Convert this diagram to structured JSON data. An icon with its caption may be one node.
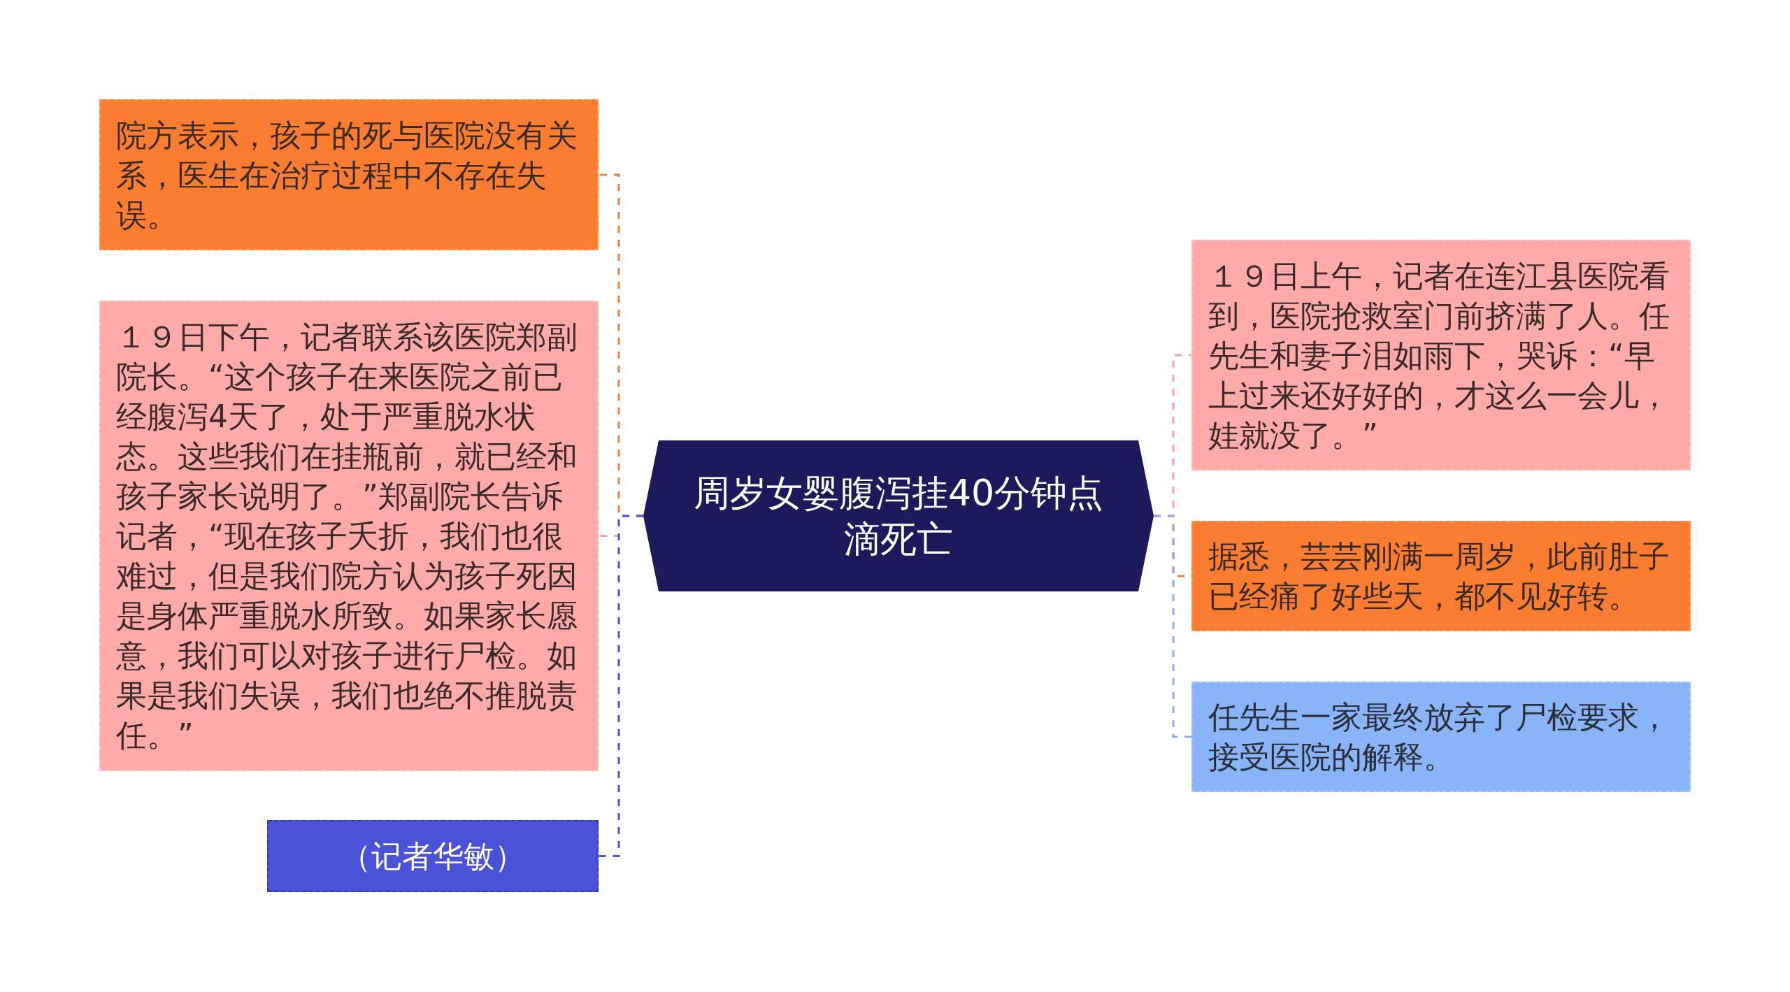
{
  "diagram": {
    "nodes": [
      {
        "text": [
          "周岁女婴腹泻挂40分钟点滴死亡"
        ]
      },
      {
        "text": [
          "院方表示，孩子的死与医院没有关系，医生在治疗过程中不存在失误。"
        ]
      },
      {
        "text": [
          "１９日下午，记者联系该医院郑副院长。“这个孩子在来医院之前已经腹泻4天了，处于严重脱水状态。这些我们在挂瓶前，就已经和孩子家长说明了。”郑副院长告诉记者，“现在孩子夭折，我们也很难过，但是我们院方认为孩子死因是身体严重脱水所致。如果家长愿意，我们可以对孩子进行尸检。如果是我们失误，我们也绝不推脱责任。”"
        ]
      },
      {
        "text": [
          "（记者华敏）"
        ]
      },
      {
        "text": [
          "１９日上午，记者在连江县医院看到，医院抢救室门前挤满了人。任先生和妻子泪如雨下，哭诉：“早上过来还好好的，才这么一会儿，娃就没了。”"
        ]
      },
      {
        "text": [
          "据悉，芸芸刚满一周岁，此前肚子已经痛了好些天，都不见好转。"
        ]
      },
      {
        "text": [
          "任先生一家最终放弃了尸检要求，接受医院的解释。"
        ]
      }
    ],
    "edges": [
      {
        "from": 0,
        "to": 1,
        "arrow": "none",
        "style": "dashed",
        "color": "#f0803a"
      },
      {
        "from": 0,
        "to": 2,
        "arrow": "none",
        "style": "dashed",
        "color": "#f5a3a0"
      },
      {
        "from": 0,
        "to": 3,
        "arrow": "none",
        "style": "dashed",
        "color": "#4c51d6"
      },
      {
        "from": 0,
        "to": 4,
        "arrow": "none",
        "style": "dashed",
        "color": "#f5a3a0"
      },
      {
        "from": 0,
        "to": 5,
        "arrow": "none",
        "style": "dashed",
        "color": "#f0803a"
      },
      {
        "from": 0,
        "to": 6,
        "arrow": "none",
        "style": "dashed",
        "color": "#8aaef0"
      }
    ]
  }
}
